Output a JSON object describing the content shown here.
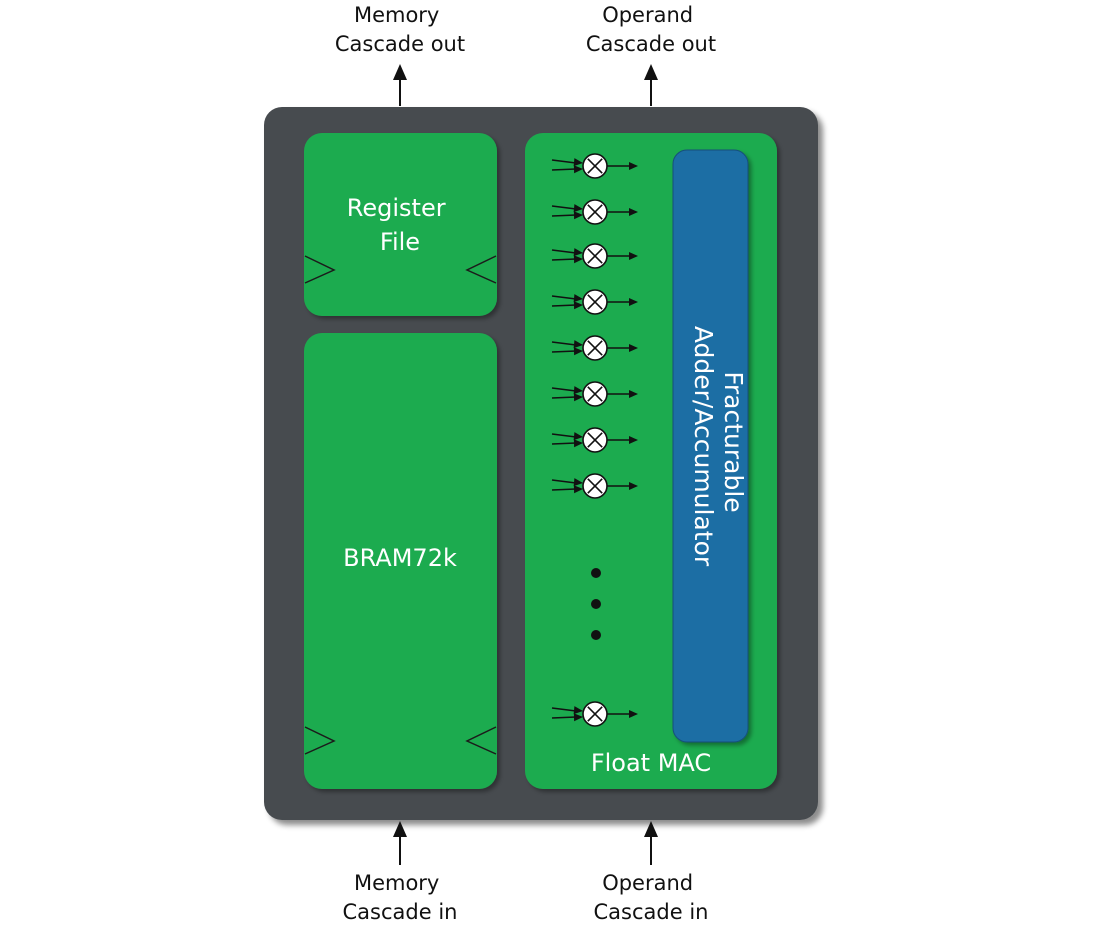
{
  "top_labels": {
    "memory_out": [
      "Memory",
      "Cascade out"
    ],
    "operand_out": [
      "Operand",
      "Cascade out"
    ]
  },
  "bottom_labels": {
    "memory_in": [
      "Memory",
      "Cascade in"
    ],
    "operand_in": [
      "Operand",
      "Cascade in"
    ]
  },
  "register_file": {
    "label": [
      "Register",
      "File"
    ]
  },
  "bram": {
    "label": "BRAM72k"
  },
  "float_mac": {
    "label": "Float MAC",
    "multiplier_count_visible": 9
  },
  "accumulator": {
    "label": [
      "Fracturable",
      "Adder/Accumulator"
    ]
  },
  "colors": {
    "tile": "#474b4f",
    "block_green": "#1fab4f",
    "accumulator_blue": "#1f6ea4",
    "text_dark": "#111111",
    "text_light": "#ffffff"
  }
}
